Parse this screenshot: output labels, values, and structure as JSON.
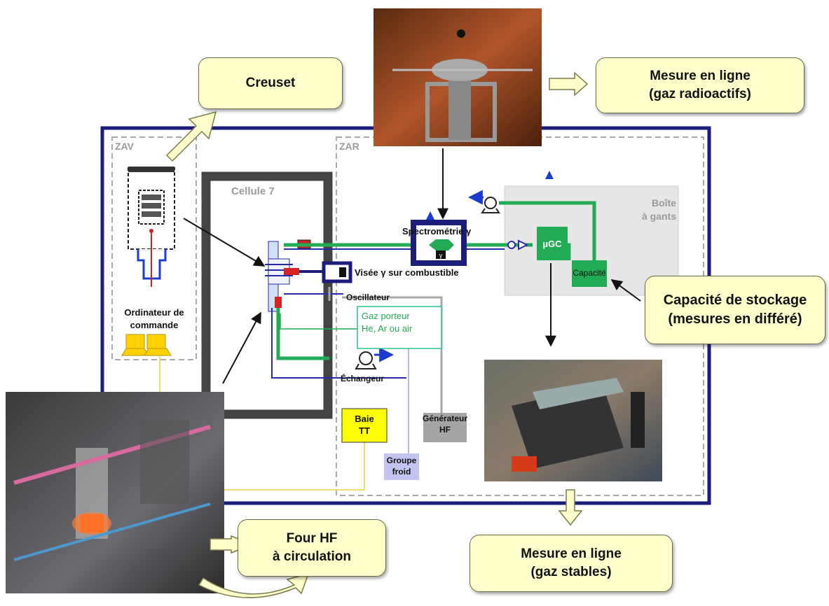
{
  "zones": {
    "zav": "ZAV",
    "zar": "ZAR"
  },
  "cell": {
    "label": "Cellule 7"
  },
  "glovebox": {
    "line1": "Boîte",
    "line2": "à gants"
  },
  "components": {
    "spectro": "Spectrométrie γ",
    "gamma_symbol": "γ",
    "visee": "Visée γ sur combustible",
    "oscillateur": "Oscillateur",
    "gaz_line1": "Gaz porteur",
    "gaz_line2": "He, Ar ou air",
    "echangeur": "Échangeur",
    "baie_line1": "Baie",
    "baie_line2": "TT",
    "gen_line1": "Générateur",
    "gen_line2": "HF",
    "groupe_line1": "Groupe",
    "groupe_line2": "froid",
    "ugc": "µGC",
    "capacite": "Capacité",
    "ordi_line1": "Ordinateur de",
    "ordi_line2": "commande"
  },
  "callouts": {
    "creuset": "Creuset",
    "mesure_radio_line1": "Mesure en ligne",
    "mesure_radio_line2": "(gaz radioactifs)",
    "capacite_line1": "Capacité de stockage",
    "capacite_line2": "(mesures en différé)",
    "four_line1": "Four HF",
    "four_line2": "à circulation",
    "mesure_stable_line1": "Mesure en ligne",
    "mesure_stable_line2": "(gaz stables)"
  },
  "colors": {
    "frame": "#1c1c7a",
    "green_pipe": "#22aa55",
    "blue_pipe": "#2a2aa8",
    "callout_fill": "#ffffcc",
    "baie_fill": "#ffff00",
    "glovebox_fill": "#e6e6e6"
  }
}
